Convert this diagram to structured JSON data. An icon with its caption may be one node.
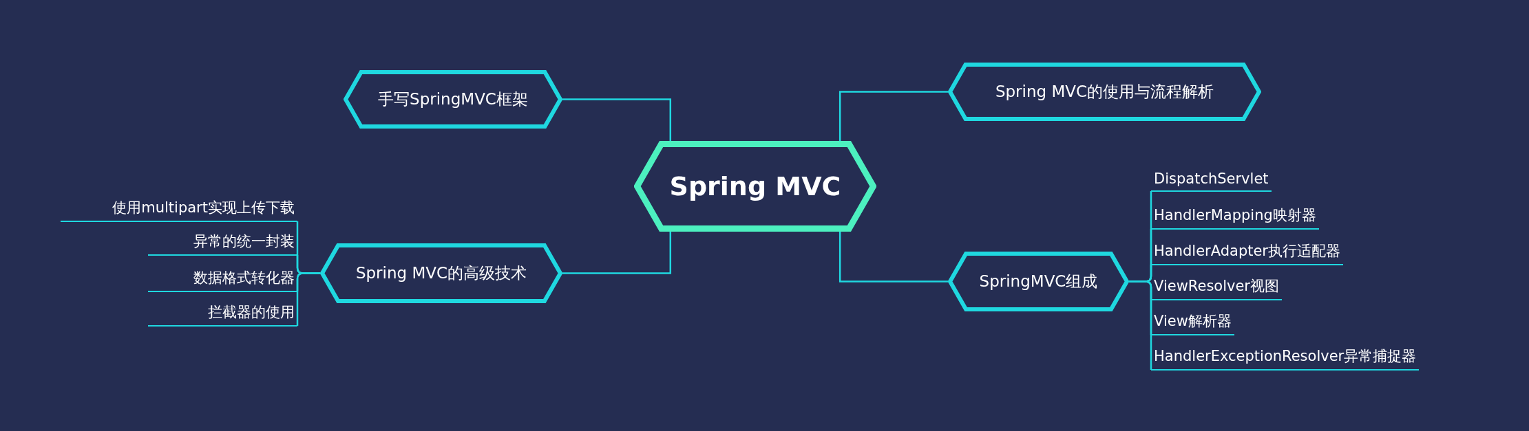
{
  "diagram": {
    "nodes": [
      {
        "text": [
          "Spring MVC"
        ]
      },
      {
        "text": [
          "手写SpringMVC框架"
        ]
      },
      {
        "text": [
          "Spring MVC的使用与流程解析"
        ]
      },
      {
        "text": [
          "Spring MVC的高级技术"
        ]
      },
      {
        "text": [
          "使用multipart实现上传下载"
        ]
      },
      {
        "text": [
          "异常的统一封装"
        ]
      },
      {
        "text": [
          "数据格式转化器"
        ]
      },
      {
        "text": [
          "拦截器的使用"
        ]
      },
      {
        "text": [
          "SpringMVC组成"
        ]
      },
      {
        "text": [
          "DispatchServlet"
        ]
      },
      {
        "text": [
          "HandlerMapping映射器"
        ]
      },
      {
        "text": [
          "HandlerAdapter执行适配器"
        ]
      },
      {
        "text": [
          "ViewResolver视图"
        ]
      },
      {
        "text": [
          "View解析器"
        ]
      },
      {
        "text": [
          "HandlerExceptionResolver异常捕捉器"
        ]
      }
    ],
    "edges": [
      {
        "from": 0,
        "to": 1,
        "arrow": "none"
      },
      {
        "from": 0,
        "to": 2,
        "arrow": "none"
      },
      {
        "from": 0,
        "to": 3,
        "arrow": "none"
      },
      {
        "from": 0,
        "to": 8,
        "arrow": "none"
      },
      {
        "from": 3,
        "to": 4,
        "arrow": "none"
      },
      {
        "from": 3,
        "to": 5,
        "arrow": "none"
      },
      {
        "from": 3,
        "to": 6,
        "arrow": "none"
      },
      {
        "from": 3,
        "to": 7,
        "arrow": "none"
      },
      {
        "from": 8,
        "to": 9,
        "arrow": "none"
      },
      {
        "from": 8,
        "to": 10,
        "arrow": "none"
      },
      {
        "from": 8,
        "to": 11,
        "arrow": "none"
      },
      {
        "from": 8,
        "to": 12,
        "arrow": "none"
      },
      {
        "from": 8,
        "to": 13,
        "arrow": "none"
      },
      {
        "from": 8,
        "to": 14,
        "arrow": "none"
      }
    ]
  }
}
